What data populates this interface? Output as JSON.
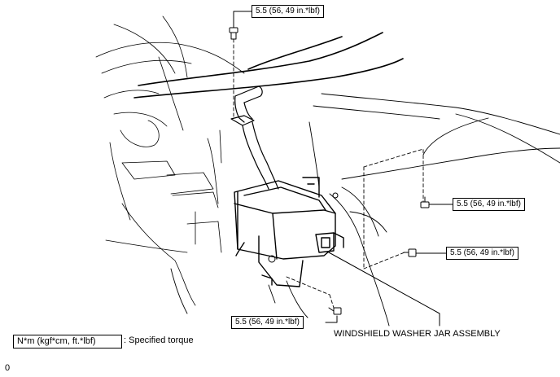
{
  "torque_callouts": [
    "5.5 (56, 49 in.*lbf)",
    "5.5 (56, 49 in.*lbf)",
    "5.5 (56, 49 in.*lbf)",
    "5.5 (56, 49 in.*lbf)"
  ],
  "part_label": "WINDSHIELD WASHER JAR ASSEMBLY",
  "legend": {
    "unit_box": "N*m (kgf*cm, ft.*lbf)",
    "description": ": Specified torque"
  },
  "figure_id": "0",
  "colors": {
    "line": "#000000",
    "background": "#ffffff"
  }
}
